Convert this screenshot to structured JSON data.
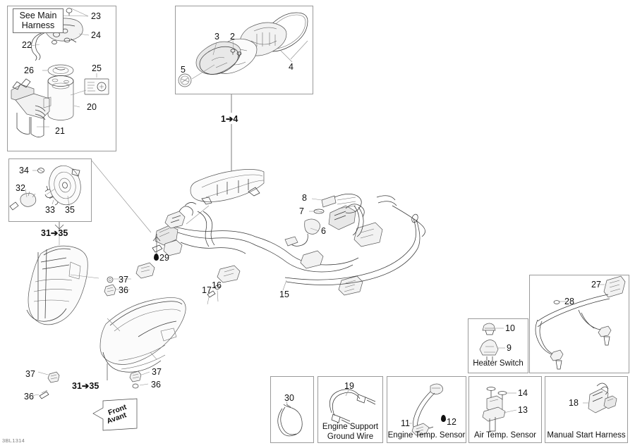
{
  "sheet": {
    "watermark": "3BL1314",
    "direction_marker": {
      "line1": "Front",
      "line2": "Avant",
      "name": "front-avant-arrow"
    }
  },
  "notes": [
    {
      "id": "see-main-harness",
      "text": "See Main\nHarness",
      "line1": "See Main",
      "line2": "Harness"
    }
  ],
  "group_labels": [
    {
      "id": "range-1-4",
      "text": "1➔4",
      "from": "1",
      "to": "4"
    },
    {
      "id": "range-31-35-top",
      "text": "31➔35",
      "from": "31",
      "to": "35"
    },
    {
      "id": "range-31-35-left",
      "text": "31➔35",
      "from": "31",
      "to": "35"
    },
    {
      "id": "range-31-35-bottom",
      "text": "31➔35",
      "from": "31",
      "to": "35"
    }
  ],
  "panels": [
    {
      "id": "panel-fuel-pump",
      "caption": ""
    },
    {
      "id": "panel-gauge",
      "caption": ""
    },
    {
      "id": "panel-bulbs",
      "caption": ""
    },
    {
      "id": "panel-heater-switch",
      "caption": "Heater Switch"
    },
    {
      "id": "panel-handlebar-warmer",
      "caption": ""
    },
    {
      "id": "panel-item30",
      "caption": ""
    },
    {
      "id": "panel-engine-support-ground-wire",
      "caption": "Engine Support\nGround Wire",
      "line1": "Engine Support",
      "line2": "Ground Wire"
    },
    {
      "id": "panel-engine-temp-sensor",
      "caption": "Engine Temp. Sensor"
    },
    {
      "id": "panel-air-temp-sensor",
      "caption": "Air Temp. Sensor"
    },
    {
      "id": "panel-manual-start-harness",
      "caption": "Manual Start Harness"
    }
  ],
  "callouts": [
    {
      "n": "23",
      "panel": "panel-fuel-pump"
    },
    {
      "n": "24",
      "panel": "panel-fuel-pump"
    },
    {
      "n": "22",
      "panel": "panel-fuel-pump"
    },
    {
      "n": "26",
      "panel": "panel-fuel-pump"
    },
    {
      "n": "25",
      "panel": "panel-fuel-pump"
    },
    {
      "n": "20",
      "panel": "panel-fuel-pump"
    },
    {
      "n": "21",
      "panel": "panel-fuel-pump"
    },
    {
      "n": "3",
      "panel": "panel-gauge"
    },
    {
      "n": "2",
      "panel": "panel-gauge"
    },
    {
      "n": "4",
      "panel": "panel-gauge"
    },
    {
      "n": "5",
      "panel": "panel-gauge"
    },
    {
      "n": "34",
      "panel": "panel-bulbs"
    },
    {
      "n": "32",
      "panel": "panel-bulbs"
    },
    {
      "n": "33",
      "panel": "panel-bulbs"
    },
    {
      "n": "35",
      "panel": "panel-bulbs"
    },
    {
      "n": "8",
      "panel": "main"
    },
    {
      "n": "7",
      "panel": "main"
    },
    {
      "n": "6",
      "panel": "main"
    },
    {
      "n": "29",
      "panel": "main",
      "drop_icon": true
    },
    {
      "n": "17",
      "panel": "main"
    },
    {
      "n": "16",
      "panel": "main"
    },
    {
      "n": "15",
      "panel": "main"
    },
    {
      "n": "37",
      "panel": "main"
    },
    {
      "n": "36",
      "panel": "main"
    },
    {
      "n": "10",
      "panel": "panel-heater-switch"
    },
    {
      "n": "9",
      "panel": "panel-heater-switch"
    },
    {
      "n": "27",
      "panel": "panel-handlebar-warmer"
    },
    {
      "n": "28",
      "panel": "panel-handlebar-warmer"
    },
    {
      "n": "30",
      "panel": "panel-item30"
    },
    {
      "n": "19",
      "panel": "panel-engine-support-ground-wire"
    },
    {
      "n": "11",
      "panel": "panel-engine-temp-sensor"
    },
    {
      "n": "12",
      "panel": "panel-engine-temp-sensor",
      "drop_icon": true
    },
    {
      "n": "14",
      "panel": "panel-air-temp-sensor"
    },
    {
      "n": "13",
      "panel": "panel-air-temp-sensor"
    },
    {
      "n": "18",
      "panel": "panel-manual-start-harness"
    }
  ],
  "numbers": {
    "n2": "2",
    "n3": "3",
    "n4": "4",
    "n5": "5",
    "n6": "6",
    "n7": "7",
    "n8": "8",
    "n9": "9",
    "n10": "10",
    "n11": "11",
    "n12": "12",
    "n13": "13",
    "n14": "14",
    "n15": "15",
    "n16": "16",
    "n17": "17",
    "n18": "18",
    "n19": "19",
    "n20": "20",
    "n21": "21",
    "n22": "22",
    "n23": "23",
    "n24": "24",
    "n25": "25",
    "n26": "26",
    "n27": "27",
    "n28": "28",
    "n29": "29",
    "n30": "30",
    "n32": "32",
    "n33": "33",
    "n34": "34",
    "n35": "35",
    "n36a": "36",
    "n36b": "36",
    "n36c": "36",
    "n37a": "37",
    "n37b": "37",
    "n37c": "37"
  },
  "captions": {
    "heater_switch": "Heater Switch",
    "engine_support_l1": "Engine Support",
    "engine_support_l2": "Ground Wire",
    "engine_temp": "Engine Temp. Sensor",
    "air_temp": "Air Temp. Sensor",
    "manual_start": "Manual Start Harness"
  },
  "colors": {
    "line": "#444444",
    "panel_border": "#9a9a9a",
    "text": "#111111",
    "watermark": "#7d7d7d"
  }
}
